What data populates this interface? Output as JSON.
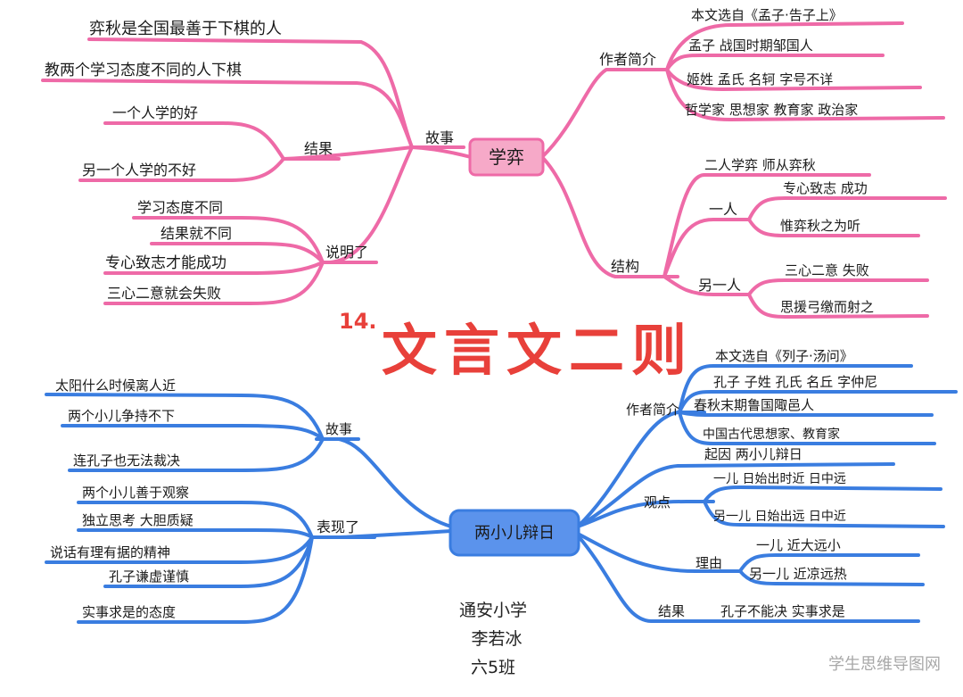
{
  "title": {
    "number": "14.",
    "text": "文言文二则",
    "color": "#e8403a"
  },
  "colors": {
    "pink": "#ee6aa7",
    "pink_fill": "#f6a9c8",
    "blue": "#3a7de0",
    "blue_fill": "#5b93ec"
  },
  "top": {
    "center": "学弈",
    "story": {
      "label": "故事",
      "items": [
        "弈秋是全国最善于下棋的人",
        "教两个学习态度不同的人下棋"
      ],
      "result": {
        "label": "结果",
        "items": [
          "一个人学的好",
          "另一个人学的不好"
        ]
      }
    },
    "explain": {
      "label": "说明了",
      "items": [
        "学习态度不同",
        "结果就不同",
        "专心致志才能成功",
        "三心二意就会失败"
      ]
    },
    "author": {
      "label": "作者简介",
      "items": [
        "本文选自《孟子·告子上》",
        "孟子  战国时期邹国人",
        "姬姓  孟氏  名轲  字号不详",
        "哲学家  思想家  教育家  政治家"
      ]
    },
    "structure": {
      "label": "结构",
      "item": "二人学弈  师从弈秋",
      "one": {
        "label": "一人",
        "items": [
          "专心致志    成功",
          "惟弈秋之为听"
        ]
      },
      "other": {
        "label": "另一人",
        "items": [
          "三心二意   失败",
          "思援弓缴而射之"
        ]
      }
    }
  },
  "bottom": {
    "center": "两小儿辩日",
    "story": {
      "label": "故事",
      "items": [
        "太阳什么时候离人近",
        "两个小儿争持不下",
        "连孔子也无法裁决"
      ]
    },
    "perform": {
      "label": "表现了",
      "items": [
        "两个小儿善于观察",
        "独立思考  大胆质疑",
        "说话有理有据的精神",
        "孔子谦虚谨慎",
        "实事求是的态度"
      ]
    },
    "author": {
      "label": "作者简介",
      "items": [
        "本文选自《列子·汤问》",
        "孔子  子姓  孔氏  名丘  字仲尼",
        "春秋末期鲁国陬邑人",
        "中国古代思想家、教育家"
      ]
    },
    "cause": "起因  两小儿辩日",
    "view": {
      "label": "观点",
      "items": [
        "一儿  日始出时近   日中远",
        "另一儿  日始出远   日中近"
      ]
    },
    "reason": {
      "label": "理由",
      "items": [
        "一儿  近大远小",
        "另一儿  近凉远热"
      ]
    },
    "result": {
      "label": "结果",
      "text": "孔子不能决  实事求是"
    }
  },
  "footer": {
    "school": "通安小学",
    "name": "李若冰",
    "class": "六5班"
  },
  "watermark": "学生思维导图网"
}
